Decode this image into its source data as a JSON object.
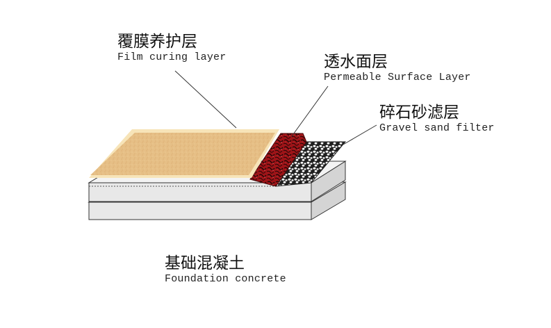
{
  "labels": {
    "film": {
      "zh": "覆膜养护层",
      "en": "Film curing layer"
    },
    "permeable": {
      "zh": "透水面层",
      "en": "Permeable Surface Layer"
    },
    "gravel": {
      "zh": "碎石砂滤层",
      "en": "Gravel sand filter"
    },
    "foundation": {
      "zh": "基础混凝土",
      "en": "Foundation concrete"
    }
  },
  "colors": {
    "film": "#e9c48c",
    "film_highlight": "#f6e2b6",
    "permeable": "#a4181c",
    "gravel": "#2a2a2a",
    "slab_face": "#e6e6e6",
    "slab_side": "#cfcfcf",
    "outline": "#333333"
  }
}
